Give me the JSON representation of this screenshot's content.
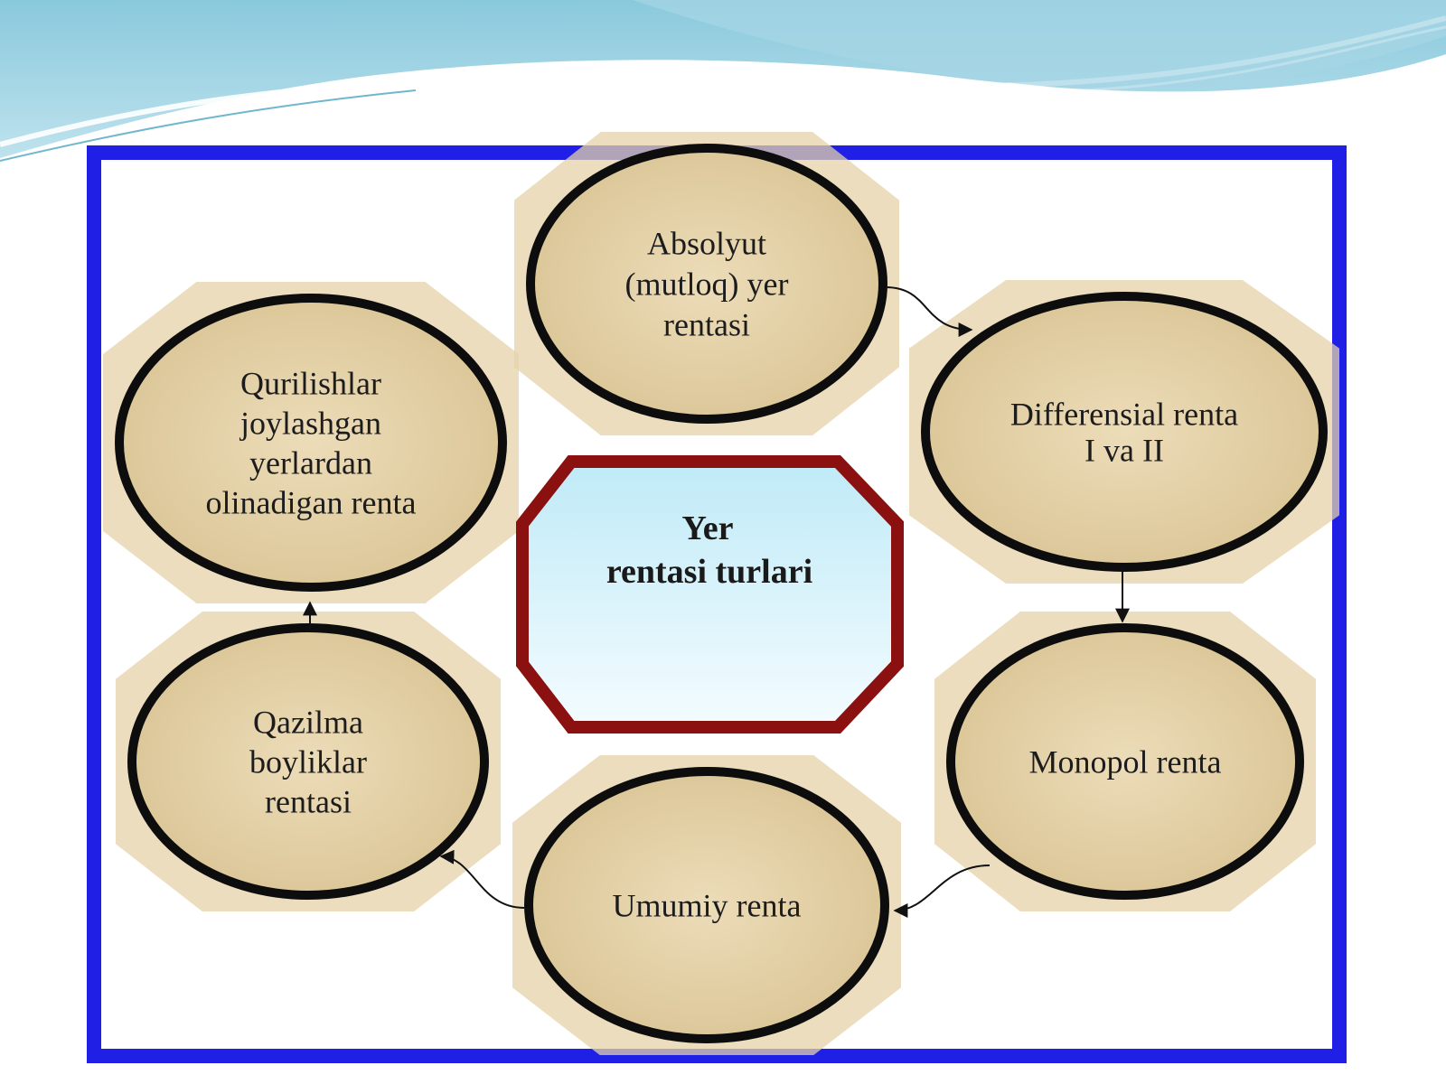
{
  "diagram": {
    "center": {
      "lines": [
        "Yer",
        "rentasi turlari"
      ]
    },
    "nodes": [
      {
        "id": "absolyut",
        "lines": [
          "Absolyut",
          "(mutloq) yer",
          "rentasi"
        ]
      },
      {
        "id": "differensial",
        "lines": [
          "Differensial renta",
          "I va II"
        ]
      },
      {
        "id": "monopol",
        "lines": [
          "Monopol renta"
        ]
      },
      {
        "id": "umumiy",
        "lines": [
          "Umumiy renta"
        ]
      },
      {
        "id": "qazilma",
        "lines": [
          "Qazilma",
          "boyliklar",
          "rentasi"
        ]
      },
      {
        "id": "qurilishlar",
        "lines": [
          "Qurilishlar",
          "joylashgan",
          "yerlardan",
          "olinadigan renta"
        ]
      }
    ],
    "edges": [
      {
        "from": "absolyut",
        "to": "differensial"
      },
      {
        "from": "differensial",
        "to": "monopol"
      },
      {
        "from": "monopol",
        "to": "umumiy"
      },
      {
        "from": "umumiy",
        "to": "qazilma"
      },
      {
        "from": "qazilma",
        "to": "qurilishlar"
      }
    ]
  },
  "colors": {
    "frame": "#1f1fe6",
    "ellipse_fill": "#e4d1a8",
    "ellipse_stroke": "#0d0d0d",
    "octagon_stroke": "#8b1010",
    "octagon_fill_top": "#bfeaf7",
    "octagon_fill_bottom": "#f4fcff",
    "wave_dark": "#5fb0c9",
    "wave_light": "#cfeaf3"
  }
}
